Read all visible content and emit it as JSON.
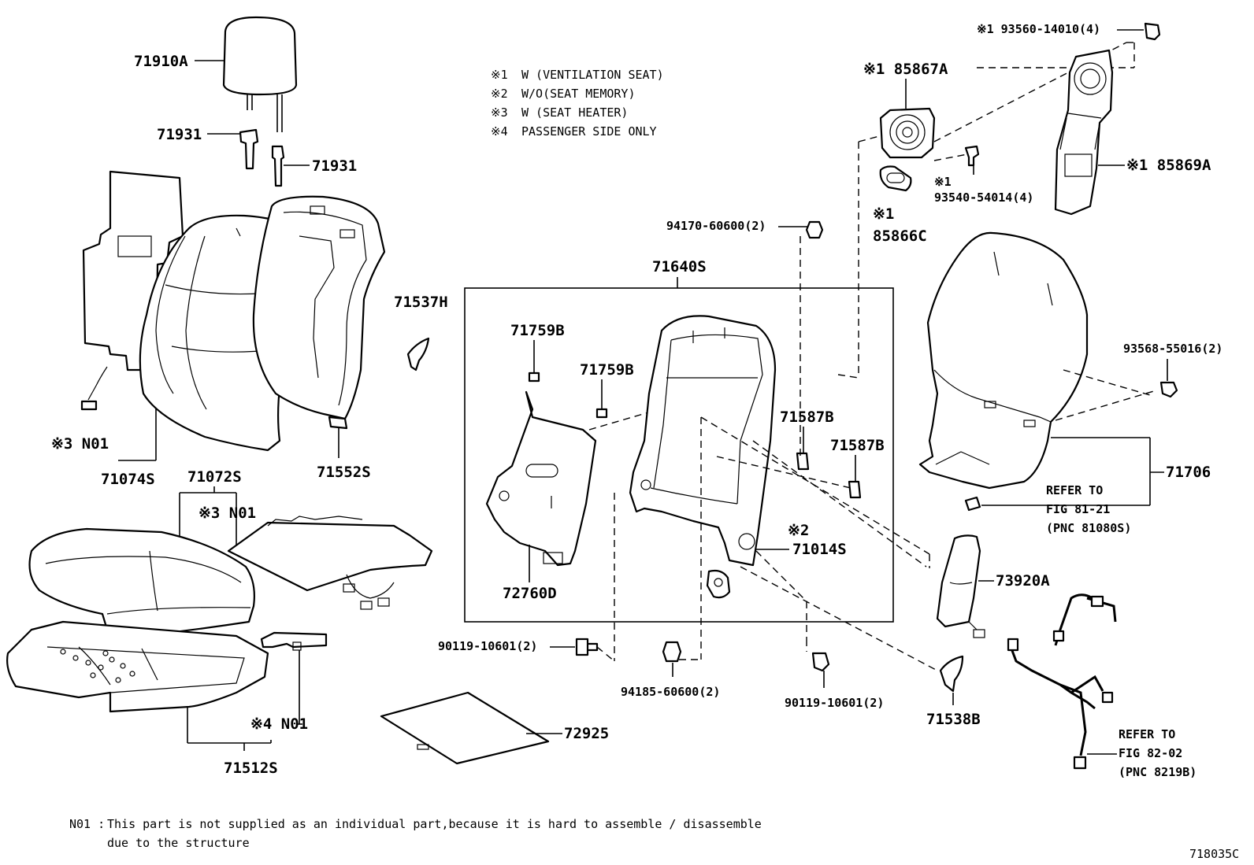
{
  "diagram_code": "718035C",
  "legend": [
    {
      "mark": "※1",
      "text": "W (VENTILATION  SEAT)"
    },
    {
      "mark": "※2",
      "text": "W/O(SEAT MEMORY)"
    },
    {
      "mark": "※3",
      "text": "W (SEAT  HEATER)"
    },
    {
      "mark": "※4",
      "text": "PASSENGER SIDE ONLY"
    }
  ],
  "footnote": {
    "code": "N01 :",
    "line1": "This part is not supplied as an individual part,because it is hard to assemble / disassemble",
    "line2": "due to the structure"
  },
  "labels": {
    "p71910A": "71910A",
    "p71931a": "71931",
    "p71931b": "71931",
    "p71074S": "71074S",
    "n01_heat_back": "※3 N01",
    "p71552S": "71552S",
    "p71537H": "71537H",
    "p71072S": "71072S",
    "n01_heat_cush": "※3 N01",
    "n01_pass": "※4 N01",
    "p71512S": "71512S",
    "p72925": "72925",
    "p71640S": "71640S",
    "p71759B_a": "71759B",
    "p71759B_b": "71759B",
    "p72760D": "72760D",
    "p71587B_a": "71587B",
    "p71587B_b": "71587B",
    "mark2": "※2",
    "p71014S": "71014S",
    "p90119_left": "90119-10601(2)",
    "p94185": "94185-60600(2)",
    "p90119_right": "90119-10601(2)",
    "p94170": "94170-60600(2)",
    "p85867A": "※1 85867A",
    "p93540_mark": "※1",
    "p93540": "93540-54014(4)",
    "p85866C_mark": "※1",
    "p85866C": "85866C",
    "p93560": "※1 93560-14010(4)",
    "p85869A": "※1 85869A",
    "p93568": "93568-55016(2)",
    "p71706": "71706",
    "ref1_a": "REFER TO",
    "ref1_b": "FIG 81-21",
    "ref1_c": "(PNC 81080S)",
    "p73920A": "73920A",
    "p71538B": "71538B",
    "ref2_a": "REFER TO",
    "ref2_b": "FIG 82-02",
    "ref2_c": "(PNC 8219B)"
  }
}
